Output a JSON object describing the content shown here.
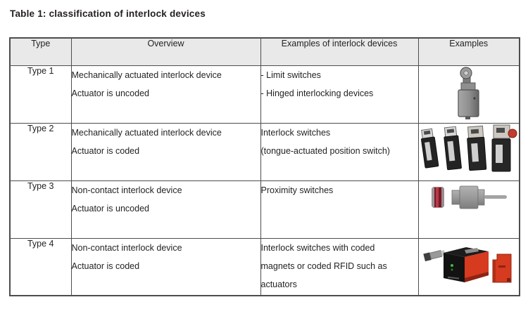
{
  "title": "Table 1: classification of interlock devices",
  "table": {
    "headers": [
      "Type",
      "Overview",
      "Examples of interlock devices",
      "Examples"
    ],
    "rows": [
      {
        "type": "Type 1",
        "overview": [
          "Mechanically actuated interlock device",
          "Actuator is uncoded"
        ],
        "examples": [
          "- Limit switches",
          "- Hinged interlocking devices"
        ],
        "image": "limit-switch-roller-lever"
      },
      {
        "type": "Type 2",
        "overview": [
          "Mechanically actuated interlock device",
          "Actuator is coded"
        ],
        "examples": [
          "Interlock switches",
          "(tongue-actuated position switch)"
        ],
        "image": "tongue-actuated-interlock-switches"
      },
      {
        "type": "Type 3",
        "overview": [
          "Non-contact interlock device",
          "Actuator is uncoded"
        ],
        "examples": [
          "Proximity switches"
        ],
        "image": "proximity-switch-with-coded-magnet"
      },
      {
        "type": "Type 4",
        "overview": [
          "Non-contact interlock device",
          "Actuator is coded"
        ],
        "examples": [
          "Interlock switches with coded",
          "magnets or coded RFID such as",
          "actuators"
        ],
        "image": "rfid-interlock-switch-with-actuator"
      }
    ]
  },
  "colors": {
    "header_bg": "#e9e9e9",
    "border": "#4d4d4d",
    "text": "#231f20",
    "device_red": "#d63a1f",
    "magnet_dark_red": "#8e1f2e",
    "device_gray": "#9a9a9a",
    "device_black": "#1c1c1c"
  }
}
